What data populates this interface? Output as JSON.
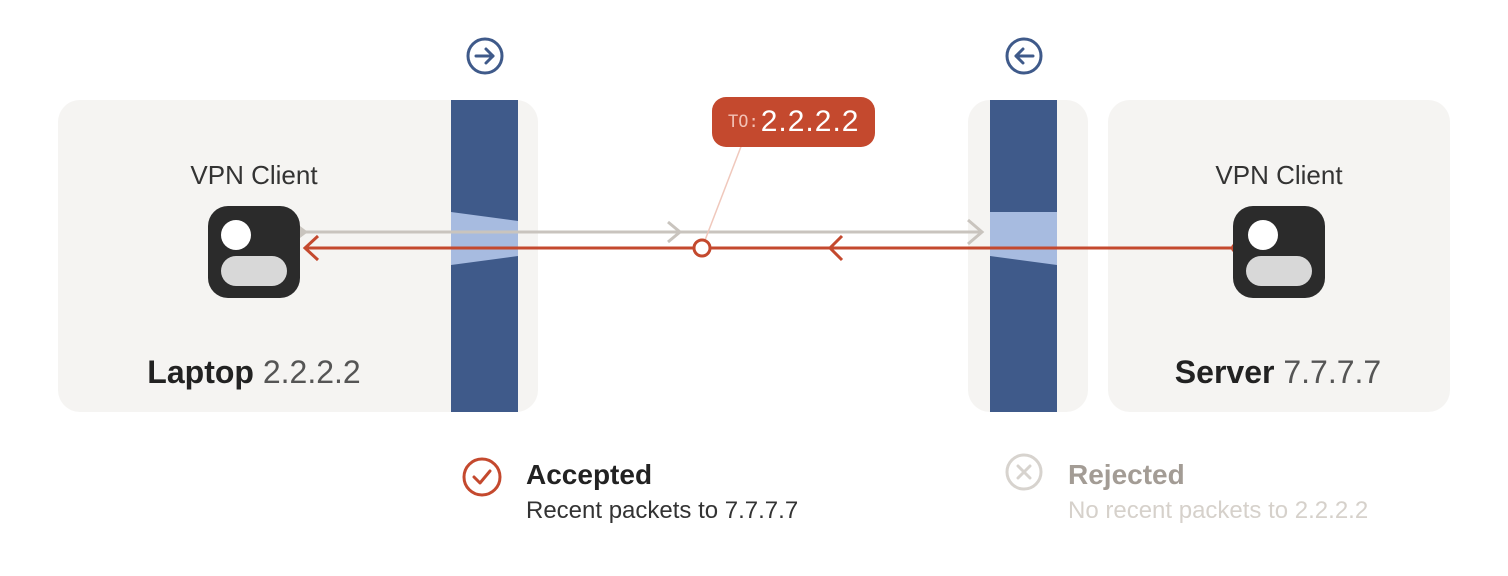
{
  "left_host": {
    "role_label": "VPN Client",
    "name": "Laptop",
    "ip": "2.2.2.2"
  },
  "right_host": {
    "role_label": "VPN Client",
    "name": "Server",
    "ip": "7.7.7.7"
  },
  "packet_tag": {
    "prefix": "TO:",
    "address": "2.2.2.2"
  },
  "legend": {
    "accepted": {
      "title": "Accepted",
      "subtitle": "Recent packets to 7.7.7.7"
    },
    "rejected": {
      "title": "Rejected",
      "subtitle": "No recent packets to 2.2.2.2"
    }
  },
  "colors": {
    "accent_red": "#c4492e",
    "firewall_blue": "#3f5a8a",
    "beam_blue": "#a7bbe0",
    "panel_bg": "#f5f4f2",
    "muted_gray": "#c9c4be",
    "device_dark": "#2b2b2b"
  },
  "icons": {
    "left_firewall": "arrow-right-circle-icon",
    "right_firewall": "arrow-left-circle-icon",
    "accepted": "check-circle-icon",
    "rejected": "x-circle-icon",
    "device": "vpn-device-icon"
  }
}
